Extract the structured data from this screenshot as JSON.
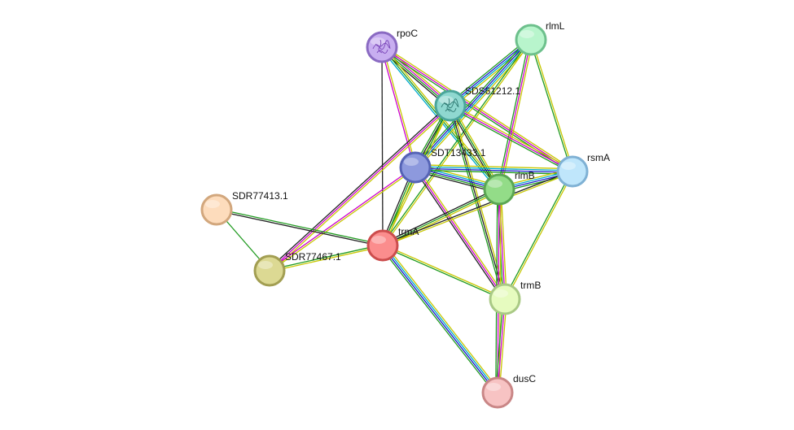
{
  "network": {
    "evidence_colors": {
      "textmining": "#c7c700",
      "coexpression": "#222222",
      "experiments": "#cc00cc",
      "databases": "#00aacc",
      "neighborhood": "#1f9a1f",
      "cooccurrence": "#1a1acc",
      "homology": "#a9d9a0"
    },
    "nodes": [
      {
        "id": "rpoC",
        "label": "rpoC",
        "fill": "#c8aef0",
        "stroke": "#8a6ac2",
        "structure": "purple-protein-structure-icon",
        "structure_color": "#7a46b8"
      },
      {
        "id": "rlmL",
        "label": "rlmL",
        "fill": "#b8f5cc",
        "stroke": "#6dc08c"
      },
      {
        "id": "SDS61212.1",
        "label": "SDS61212.1",
        "fill": "#8fd8d0",
        "stroke": "#4aa59b",
        "structure": "teal-protein-structure-icon",
        "structure_color": "#2f7a73"
      },
      {
        "id": "SDT13433.1",
        "label": "SDT13433.1",
        "fill": "#8d99dd",
        "stroke": "#5563b5"
      },
      {
        "id": "rsmA",
        "label": "rsmA",
        "fill": "#bfe6fb",
        "stroke": "#7fb1d4"
      },
      {
        "id": "rlmB",
        "label": "rlmB",
        "fill": "#93dc88",
        "stroke": "#5aa653"
      },
      {
        "id": "SDR77413.1",
        "label": "SDR77413.1",
        "fill": "#fddcbc",
        "stroke": "#d2a77d"
      },
      {
        "id": "trmA",
        "label": "trmA",
        "fill": "#fb8d8d",
        "stroke": "#cc4d4d"
      },
      {
        "id": "SDR77467.1",
        "label": "SDR77467.1",
        "fill": "#dcd993",
        "stroke": "#a29e52"
      },
      {
        "id": "trmB",
        "label": "trmB",
        "fill": "#e6fbbf",
        "stroke": "#a9c985"
      },
      {
        "id": "dusC",
        "label": "dusC",
        "fill": "#f7c3c3",
        "stroke": "#c98686"
      }
    ],
    "edges": [
      {
        "from": "rpoC",
        "to": "trmA",
        "evidence": [
          "coexpression"
        ]
      },
      {
        "from": "rpoC",
        "to": "SDS61212.1",
        "evidence": [
          "textmining",
          "experiments",
          "neighborhood",
          "coexpression"
        ]
      },
      {
        "from": "rpoC",
        "to": "SDT13433.1",
        "evidence": [
          "textmining",
          "experiments"
        ]
      },
      {
        "from": "rpoC",
        "to": "rlmB",
        "evidence": [
          "textmining",
          "neighborhood",
          "databases"
        ]
      },
      {
        "from": "rpoC",
        "to": "rsmA",
        "evidence": [
          "textmining",
          "experiments",
          "neighborhood"
        ]
      },
      {
        "from": "rlmL",
        "to": "SDS61212.1",
        "evidence": [
          "textmining",
          "databases",
          "cooccurrence",
          "neighborhood"
        ]
      },
      {
        "from": "rlmL",
        "to": "SDT13433.1",
        "evidence": [
          "textmining",
          "databases",
          "cooccurrence",
          "neighborhood"
        ]
      },
      {
        "from": "rlmL",
        "to": "rlmB",
        "evidence": [
          "textmining",
          "experiments",
          "neighborhood"
        ]
      },
      {
        "from": "rlmL",
        "to": "rsmA",
        "evidence": [
          "textmining",
          "neighborhood"
        ]
      },
      {
        "from": "rlmL",
        "to": "trmA",
        "evidence": [
          "textmining",
          "neighborhood"
        ]
      },
      {
        "from": "SDS61212.1",
        "to": "SDT13433.1",
        "evidence": [
          "textmining",
          "coexpression",
          "neighborhood"
        ]
      },
      {
        "from": "SDS61212.1",
        "to": "rlmB",
        "evidence": [
          "textmining",
          "neighborhood",
          "coexpression"
        ]
      },
      {
        "from": "SDS61212.1",
        "to": "rsmA",
        "evidence": [
          "textmining",
          "experiments",
          "neighborhood"
        ]
      },
      {
        "from": "SDS61212.1",
        "to": "trmA",
        "evidence": [
          "textmining",
          "neighborhood"
        ]
      },
      {
        "from": "SDS61212.1",
        "to": "trmB",
        "evidence": [
          "textmining",
          "coexpression",
          "neighborhood"
        ]
      },
      {
        "from": "SDS61212.1",
        "to": "SDR77467.1",
        "evidence": [
          "textmining",
          "experiments",
          "coexpression"
        ]
      },
      {
        "from": "SDT13433.1",
        "to": "rlmB",
        "evidence": [
          "textmining",
          "databases",
          "cooccurrence",
          "neighborhood",
          "coexpression"
        ]
      },
      {
        "from": "SDT13433.1",
        "to": "rsmA",
        "evidence": [
          "textmining",
          "databases",
          "cooccurrence",
          "neighborhood"
        ]
      },
      {
        "from": "SDT13433.1",
        "to": "trmA",
        "evidence": [
          "textmining",
          "neighborhood",
          "coexpression"
        ]
      },
      {
        "from": "SDT13433.1",
        "to": "trmB",
        "evidence": [
          "textmining",
          "experiments",
          "coexpression"
        ]
      },
      {
        "from": "SDT13433.1",
        "to": "SDR77467.1",
        "evidence": [
          "textmining",
          "experiments"
        ]
      },
      {
        "from": "rlmB",
        "to": "rsmA",
        "evidence": [
          "textmining",
          "databases",
          "cooccurrence",
          "neighborhood"
        ]
      },
      {
        "from": "rlmB",
        "to": "trmA",
        "evidence": [
          "textmining",
          "neighborhood",
          "coexpression"
        ]
      },
      {
        "from": "rlmB",
        "to": "trmB",
        "evidence": [
          "textmining",
          "experiments",
          "neighborhood"
        ]
      },
      {
        "from": "rlmB",
        "to": "dusC",
        "evidence": [
          "textmining",
          "experiments",
          "neighborhood"
        ]
      },
      {
        "from": "rsmA",
        "to": "trmA",
        "evidence": [
          "textmining",
          "coexpression"
        ]
      },
      {
        "from": "rsmA",
        "to": "trmB",
        "evidence": [
          "textmining",
          "neighborhood"
        ]
      },
      {
        "from": "trmA",
        "to": "trmB",
        "evidence": [
          "textmining",
          "neighborhood"
        ]
      },
      {
        "from": "trmA",
        "to": "dusC",
        "evidence": [
          "textmining",
          "databases",
          "cooccurrence",
          "neighborhood"
        ]
      },
      {
        "from": "trmA",
        "to": "SDR77413.1",
        "evidence": [
          "coexpression",
          "neighborhood"
        ]
      },
      {
        "from": "trmA",
        "to": "SDR77467.1",
        "evidence": [
          "textmining",
          "neighborhood"
        ]
      },
      {
        "from": "SDR77413.1",
        "to": "SDR77467.1",
        "evidence": [
          "neighborhood"
        ]
      },
      {
        "from": "trmB",
        "to": "dusC",
        "evidence": [
          "textmining",
          "experiments",
          "neighborhood"
        ]
      }
    ]
  }
}
